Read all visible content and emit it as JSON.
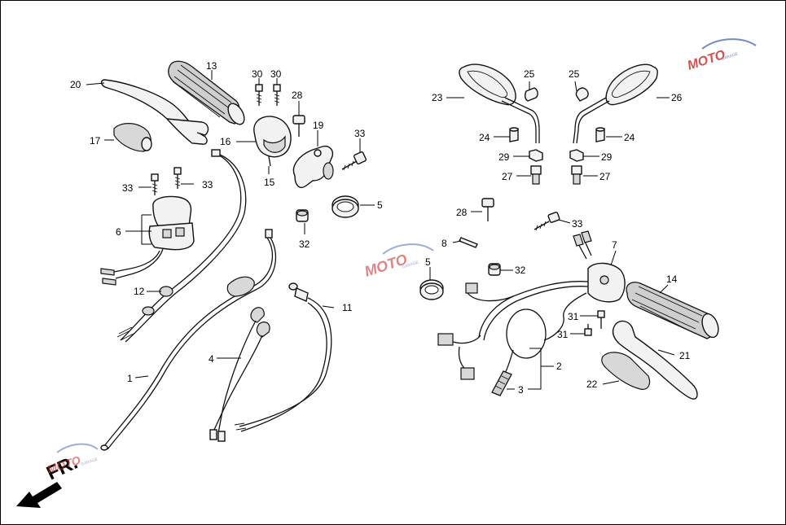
{
  "diagram": {
    "direction_label": "FR.",
    "watermark": {
      "text": "MOTO",
      "subtext": "GARAGE"
    },
    "callouts": {
      "c1": "1",
      "c2": "2",
      "c3": "3",
      "c4": "4",
      "c5a": "5",
      "c5b": "5",
      "c6": "6",
      "c7": "7",
      "c8": "8",
      "c11": "11",
      "c12": "12",
      "c13": "13",
      "c14": "14",
      "c15": "15",
      "c16": "16",
      "c17": "17",
      "c19": "19",
      "c20": "20",
      "c21": "21",
      "c22": "22",
      "c23": "23",
      "c24a": "24",
      "c24b": "24",
      "c25a": "25",
      "c25b": "25",
      "c26": "26",
      "c27a": "27",
      "c27b": "27",
      "c28a": "28",
      "c28b": "28",
      "c29a": "29",
      "c29b": "29",
      "c30a": "30",
      "c30b": "30",
      "c31a": "31",
      "c31b": "31",
      "c32a": "32",
      "c32b": "32",
      "c33a": "33",
      "c33b": "33",
      "c33c": "33",
      "c33d": "33"
    }
  }
}
